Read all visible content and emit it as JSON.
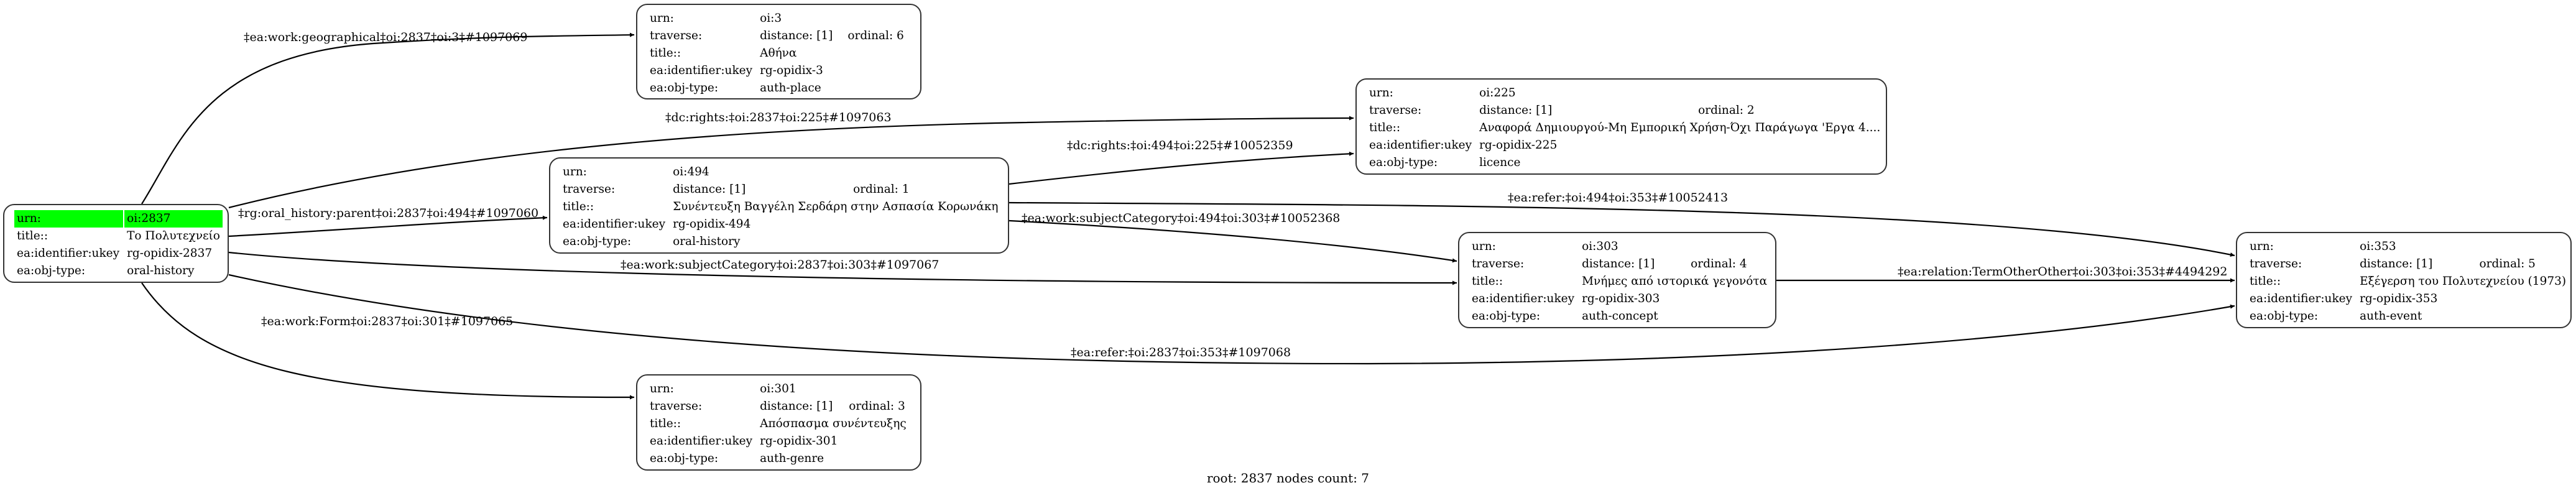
{
  "graph": {
    "root_id": "oi:2837",
    "footer": "root: 2837 nodes count: 7",
    "highlight_color": "#00ff00",
    "nodes": [
      {
        "id": "oi:2837",
        "root": true,
        "rows": [
          {
            "key": "urn:",
            "value": "oi:2837",
            "highlight": true
          },
          {
            "key": "title::",
            "value": "Το Πολυτεχνείο"
          },
          {
            "key": "ea:identifier:ukey",
            "value": "rg-opidix-2837"
          },
          {
            "key": "ea:obj-type:",
            "value": "oral-history"
          }
        ]
      },
      {
        "id": "oi:3",
        "rows": [
          {
            "key": "urn:",
            "value": "oi:3"
          },
          {
            "key": "traverse:",
            "value": "distance: [1]",
            "extra": "ordinal: 6"
          },
          {
            "key": "title::",
            "value": "Αθήνα"
          },
          {
            "key": "ea:identifier:ukey",
            "value": "rg-opidix-3"
          },
          {
            "key": "ea:obj-type:",
            "value": "auth-place"
          }
        ]
      },
      {
        "id": "oi:225",
        "rows": [
          {
            "key": "urn:",
            "value": "oi:225"
          },
          {
            "key": "traverse:",
            "value": "distance: [1]",
            "extra": "ordinal: 2"
          },
          {
            "key": "title::",
            "value": "Αναφορά Δημιουργού-Μη Εμπορική Χρήση-Όχι Παράγωγα 'Εργα 4...."
          },
          {
            "key": "ea:identifier:ukey",
            "value": "rg-opidix-225"
          },
          {
            "key": "ea:obj-type:",
            "value": "licence"
          }
        ]
      },
      {
        "id": "oi:494",
        "rows": [
          {
            "key": "urn:",
            "value": "oi:494"
          },
          {
            "key": "traverse:",
            "value": "distance: [1]",
            "extra": "ordinal: 1"
          },
          {
            "key": "title::",
            "value": "Συνέντευξη Βαγγέλη Σερδάρη στην Ασπασία Κορωνάκη"
          },
          {
            "key": "ea:identifier:ukey",
            "value": "rg-opidix-494"
          },
          {
            "key": "ea:obj-type:",
            "value": "oral-history"
          }
        ]
      },
      {
        "id": "oi:303",
        "rows": [
          {
            "key": "urn:",
            "value": "oi:303"
          },
          {
            "key": "traverse:",
            "value": "distance: [1]",
            "extra": "ordinal: 4"
          },
          {
            "key": "title::",
            "value": "Μνήμες από ιστορικά γεγονότα"
          },
          {
            "key": "ea:identifier:ukey",
            "value": "rg-opidix-303"
          },
          {
            "key": "ea:obj-type:",
            "value": "auth-concept"
          }
        ]
      },
      {
        "id": "oi:353",
        "rows": [
          {
            "key": "urn:",
            "value": "oi:353"
          },
          {
            "key": "traverse:",
            "value": "distance: [1]",
            "extra": "ordinal: 5"
          },
          {
            "key": "title::",
            "value": "Εξέγερση του Πολυτεχνείου (1973)"
          },
          {
            "key": "ea:identifier:ukey",
            "value": "rg-opidix-353"
          },
          {
            "key": "ea:obj-type:",
            "value": "auth-event"
          }
        ]
      },
      {
        "id": "oi:301",
        "rows": [
          {
            "key": "urn:",
            "value": "oi:301"
          },
          {
            "key": "traverse:",
            "value": "distance: [1]",
            "extra": "ordinal: 3"
          },
          {
            "key": "title::",
            "value": "Απόσπασμα συνέντευξης"
          },
          {
            "key": "ea:identifier:ukey",
            "value": "rg-opidix-301"
          },
          {
            "key": "ea:obj-type:",
            "value": "auth-genre"
          }
        ]
      }
    ],
    "edges": [
      {
        "from": "oi:2837",
        "to": "oi:3",
        "label": "‡ea:work:geographical‡oi:2837‡oi:3‡#1097069"
      },
      {
        "from": "oi:2837",
        "to": "oi:225",
        "label": "‡dc:rights:‡oi:2837‡oi:225‡#1097063"
      },
      {
        "from": "oi:2837",
        "to": "oi:494",
        "label": "‡rg:oral_history:parent‡oi:2837‡oi:494‡#1097060"
      },
      {
        "from": "oi:2837",
        "to": "oi:303",
        "label": "‡ea:work:subjectCategory‡oi:2837‡oi:303‡#1097067"
      },
      {
        "from": "oi:2837",
        "to": "oi:353",
        "label": "‡ea:refer:‡oi:2837‡oi:353‡#1097068"
      },
      {
        "from": "oi:2837",
        "to": "oi:301",
        "label": "‡ea:work:Form‡oi:2837‡oi:301‡#1097065"
      },
      {
        "from": "oi:494",
        "to": "oi:225",
        "label": "‡dc:rights:‡oi:494‡oi:225‡#10052359"
      },
      {
        "from": "oi:494",
        "to": "oi:303",
        "label": "‡ea:work:subjectCategory‡oi:494‡oi:303‡#10052368"
      },
      {
        "from": "oi:494",
        "to": "oi:353",
        "label": "‡ea:refer:‡oi:494‡oi:353‡#10052413"
      },
      {
        "from": "oi:303",
        "to": "oi:353",
        "label": "‡ea:relation:TermOtherOther‡oi:303‡oi:353‡#4494292"
      }
    ]
  }
}
